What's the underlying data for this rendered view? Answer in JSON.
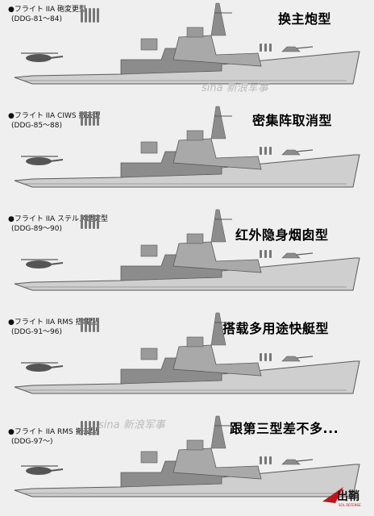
{
  "panels": [
    {
      "caption1": "●フライト IIA 砲変更型",
      "caption2": "(DDG-81～84)",
      "label": "换主炮型"
    },
    {
      "caption1": "●フライト IIA CIWS 撤去型",
      "caption2": "(DDG-85～88)",
      "label": "密集阵取消型"
    },
    {
      "caption1": "●フライト IIA ステルス煙突型",
      "caption2": "(DDG-89～90)",
      "label": "红外隐身烟囱型"
    },
    {
      "caption1": "●フライト IIA RMS 搭載型",
      "caption2": "(DDG-91～96)",
      "label": "搭载多用途快艇型"
    },
    {
      "caption1": "●フライト IIA RMS 撤去型",
      "caption2": "(DDG-97～)",
      "label": "跟第三型差不多..."
    }
  ],
  "watermark": {
    "brand": "sina",
    "text": "新浪军事"
  },
  "logo": {
    "text": "出鞘",
    "sub": "SOL DEFENSE"
  }
}
